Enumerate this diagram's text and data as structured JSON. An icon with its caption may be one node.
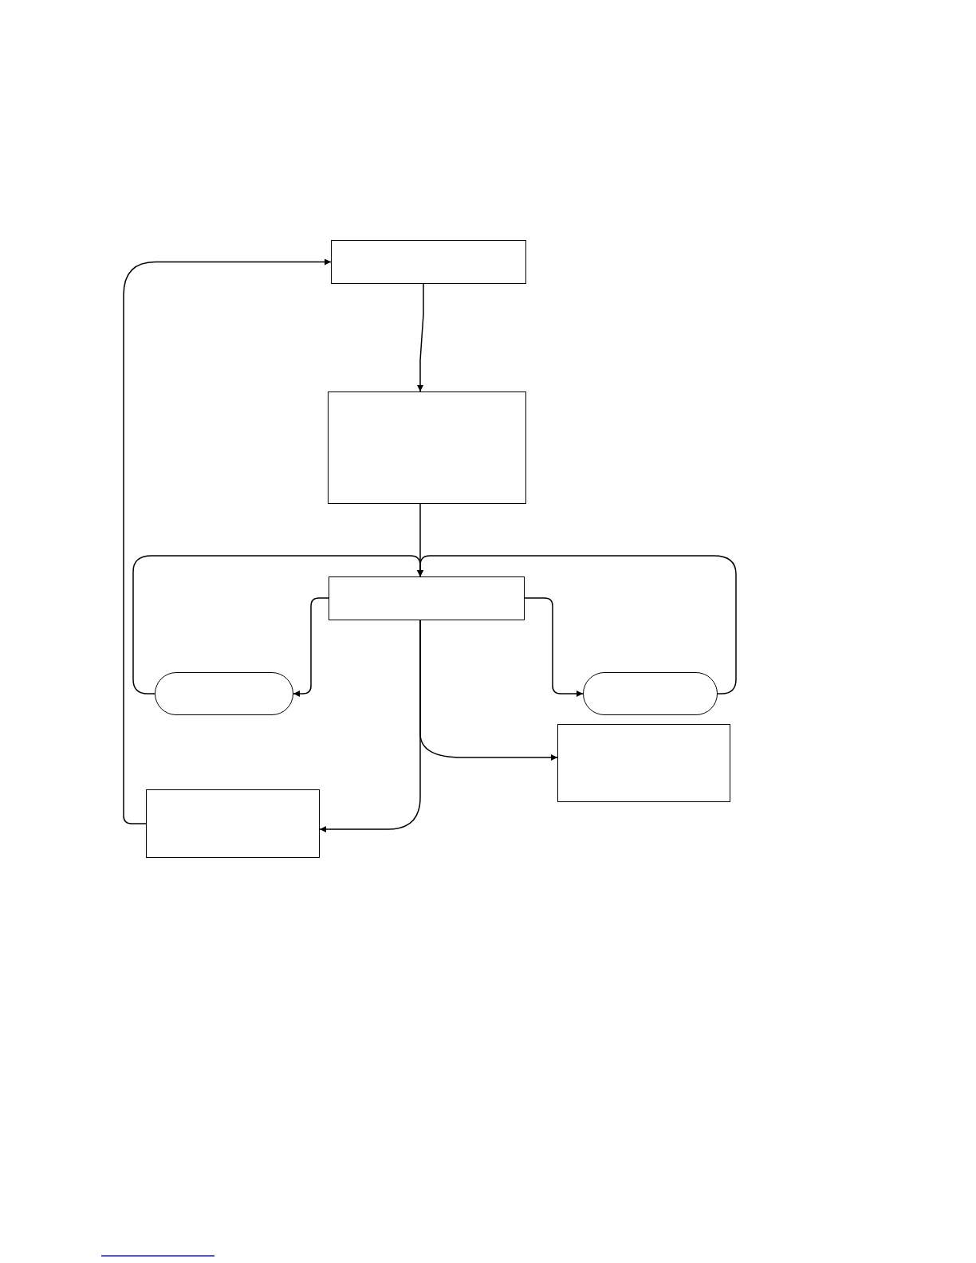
{
  "diagram": {
    "nodes": [
      {
        "text": [],
        "shape": "box"
      },
      {
        "text": [],
        "shape": "box"
      },
      {
        "text": [],
        "shape": "box"
      },
      {
        "text": [],
        "shape": "pill"
      },
      {
        "text": [],
        "shape": "pill"
      },
      {
        "text": [],
        "shape": "box"
      },
      {
        "text": [],
        "shape": "box"
      }
    ],
    "edges": [
      {
        "from": 0,
        "to": 1,
        "arrow": "to"
      },
      {
        "from": 1,
        "to": 2,
        "arrow": "to"
      },
      {
        "from": 3,
        "to": 2,
        "arrow": "to"
      },
      {
        "from": 4,
        "to": 2,
        "arrow": "to"
      },
      {
        "from": 2,
        "to": 3,
        "arrow": "to"
      },
      {
        "from": 2,
        "to": 4,
        "arrow": "to"
      },
      {
        "from": 2,
        "to": 6,
        "arrow": "to"
      },
      {
        "from": 2,
        "to": 5,
        "arrow": "to"
      },
      {
        "from": 6,
        "to": 0,
        "arrow": "to"
      }
    ]
  }
}
